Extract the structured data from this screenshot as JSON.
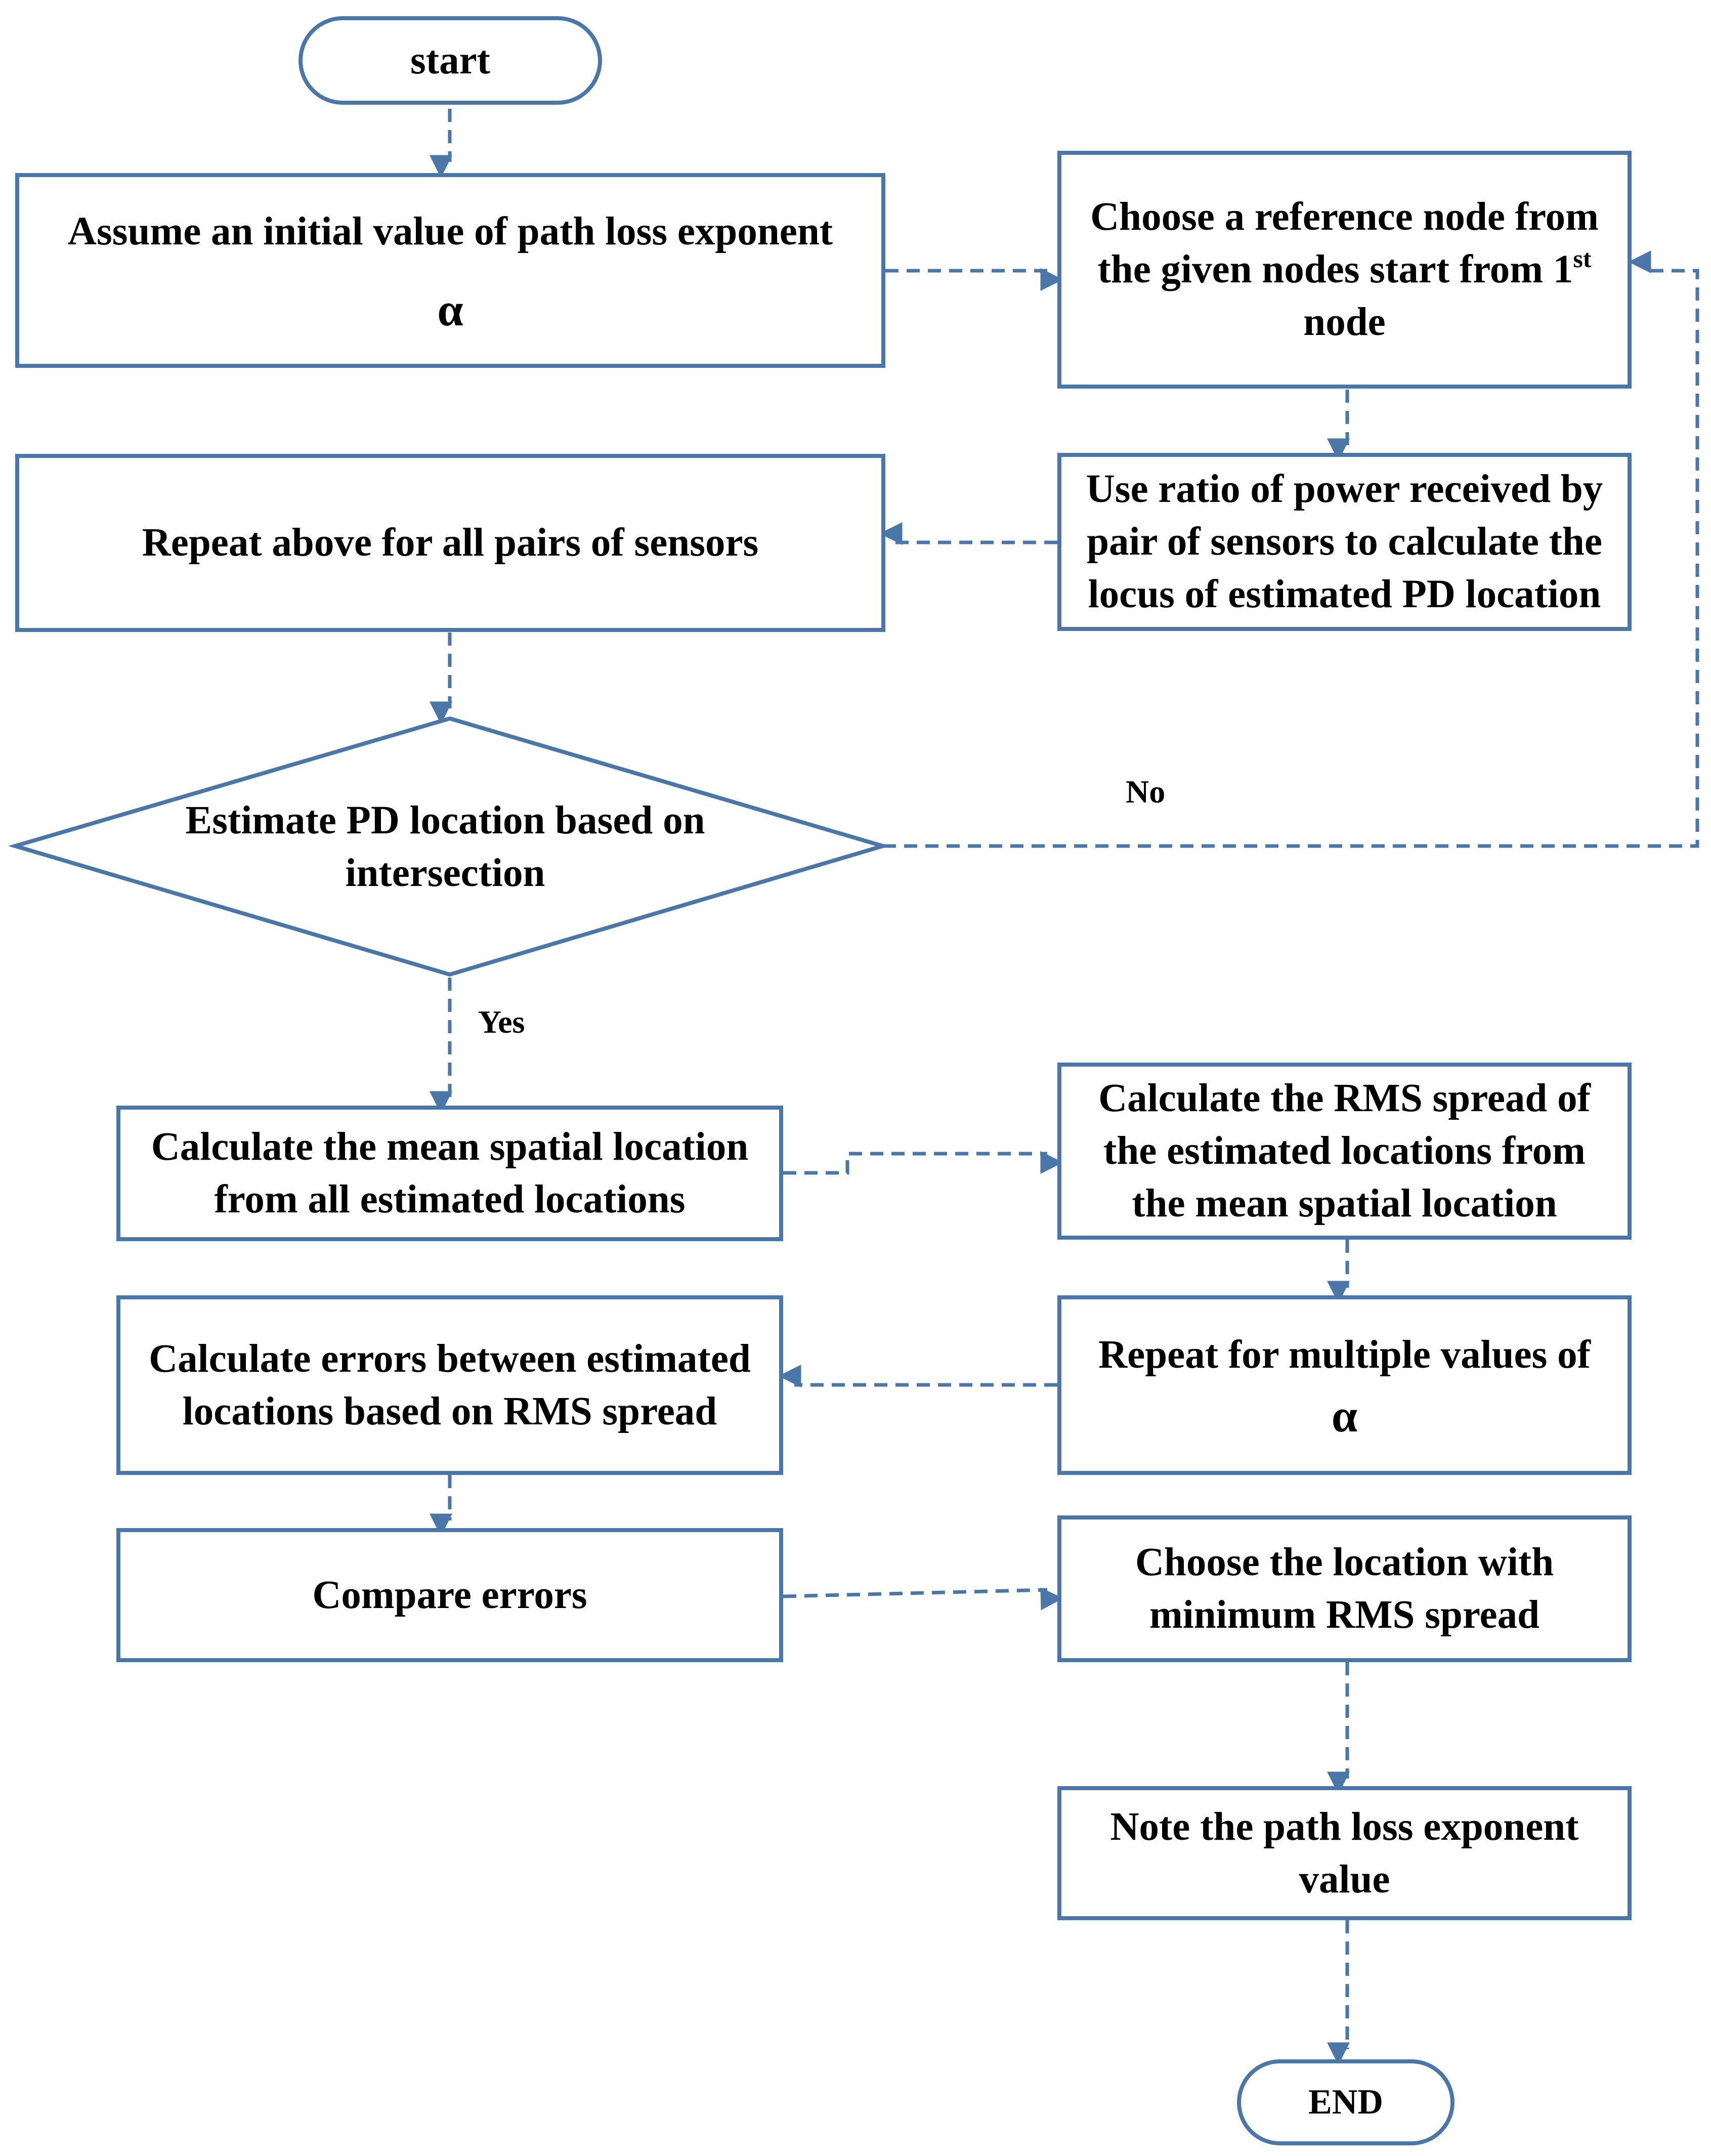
{
  "nodes": {
    "start": "start",
    "assume": {
      "text": "Assume an initial value of path loss exponent",
      "symbol": "α"
    },
    "choose_ref": {
      "line1": "Choose a reference node from",
      "line2a": "the given nodes start from 1",
      "line2_sup": "st",
      "line3": "node"
    },
    "use_ratio": {
      "line1": "Use ratio of power received by",
      "line2": "pair of sensors to calculate the",
      "line3": "locus of estimated PD location"
    },
    "repeat_pairs": "Repeat above for all pairs of sensors",
    "estimate": {
      "line1": "Estimate PD location based on",
      "line2": "intersection"
    },
    "mean": {
      "line1": "Calculate the mean spatial location",
      "line2": "from all estimated locations"
    },
    "rms": {
      "line1": "Calculate the RMS spread of",
      "line2": "the estimated locations from",
      "line3": "the mean spatial location"
    },
    "repeat_alpha": {
      "text": "Repeat for multiple values of",
      "symbol": "α"
    },
    "errors": {
      "line1": "Calculate errors between estimated",
      "line2": "locations based on RMS spread"
    },
    "compare": "Compare errors",
    "choose_loc": {
      "line1": "Choose the location with",
      "line2": "minimum RMS spread"
    },
    "note": {
      "line1": "Note the path loss exponent",
      "line2": "value"
    },
    "end": "END"
  },
  "labels": {
    "no": "No",
    "yes": "Yes"
  },
  "colors": {
    "stroke": "#4a76a8",
    "text": "#000000",
    "background": "#ffffff"
  }
}
